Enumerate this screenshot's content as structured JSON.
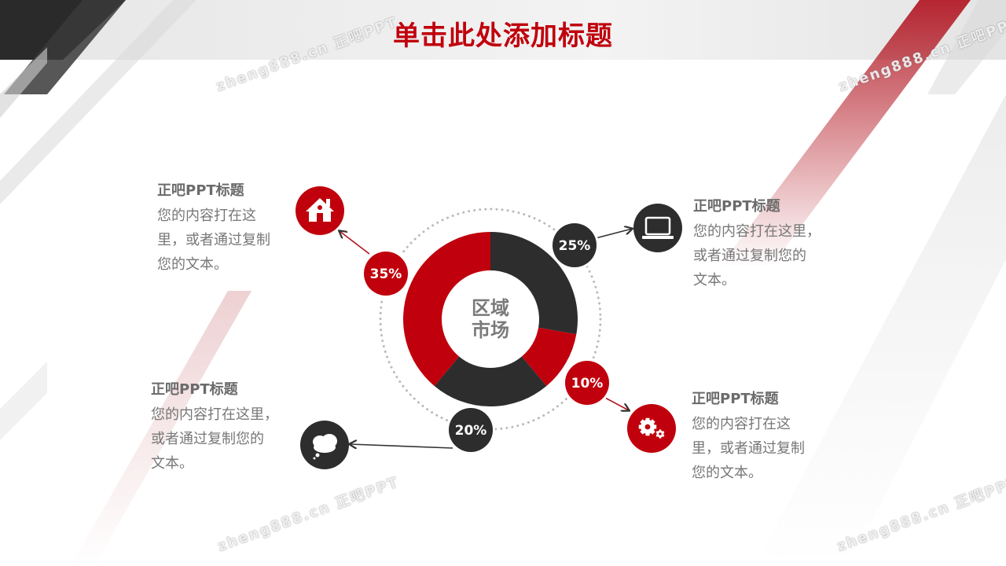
{
  "slide": {
    "title": "单击此处添加标题",
    "center_label": {
      "line1": "区域",
      "line2": "市场"
    },
    "watermark": "zheng888.cn 正吧PPT"
  },
  "colors": {
    "red": "#c0000c",
    "dark": "#2d2d2d",
    "text": "#777777"
  },
  "chart_data": {
    "type": "pie",
    "variant": "donut",
    "segments": [
      {
        "label": "25%",
        "value": 25,
        "color": "#2d2d2d",
        "icon": "laptop-icon"
      },
      {
        "label": "10%",
        "value": 10,
        "color": "#c0000c",
        "icon": "gear-icon"
      },
      {
        "label": "20%",
        "value": 20,
        "color": "#2d2d2d",
        "icon": "speech-bubble-icon"
      },
      {
        "label": "35%",
        "value": 35,
        "color": "#c0000c",
        "icon": "house-icon"
      }
    ]
  },
  "blocks": {
    "top_left": {
      "title": "正吧PPT标题",
      "lines": [
        "您的内容打在这",
        "里，或者通过复制",
        "您的文本。"
      ]
    },
    "top_right": {
      "title": "正吧PPT标题",
      "lines": [
        "您的内容打在这里，",
        "或者通过复制您的",
        "文本。"
      ]
    },
    "bottom_left": {
      "title": "正吧PPT标题",
      "lines": [
        "您的内容打在这里，",
        "或者通过复制您的",
        "文本。"
      ]
    },
    "bottom_right": {
      "title": "正吧PPT标题",
      "lines": [
        "您的内容打在这",
        "里，或者通过复制",
        "您的文本。"
      ]
    }
  }
}
